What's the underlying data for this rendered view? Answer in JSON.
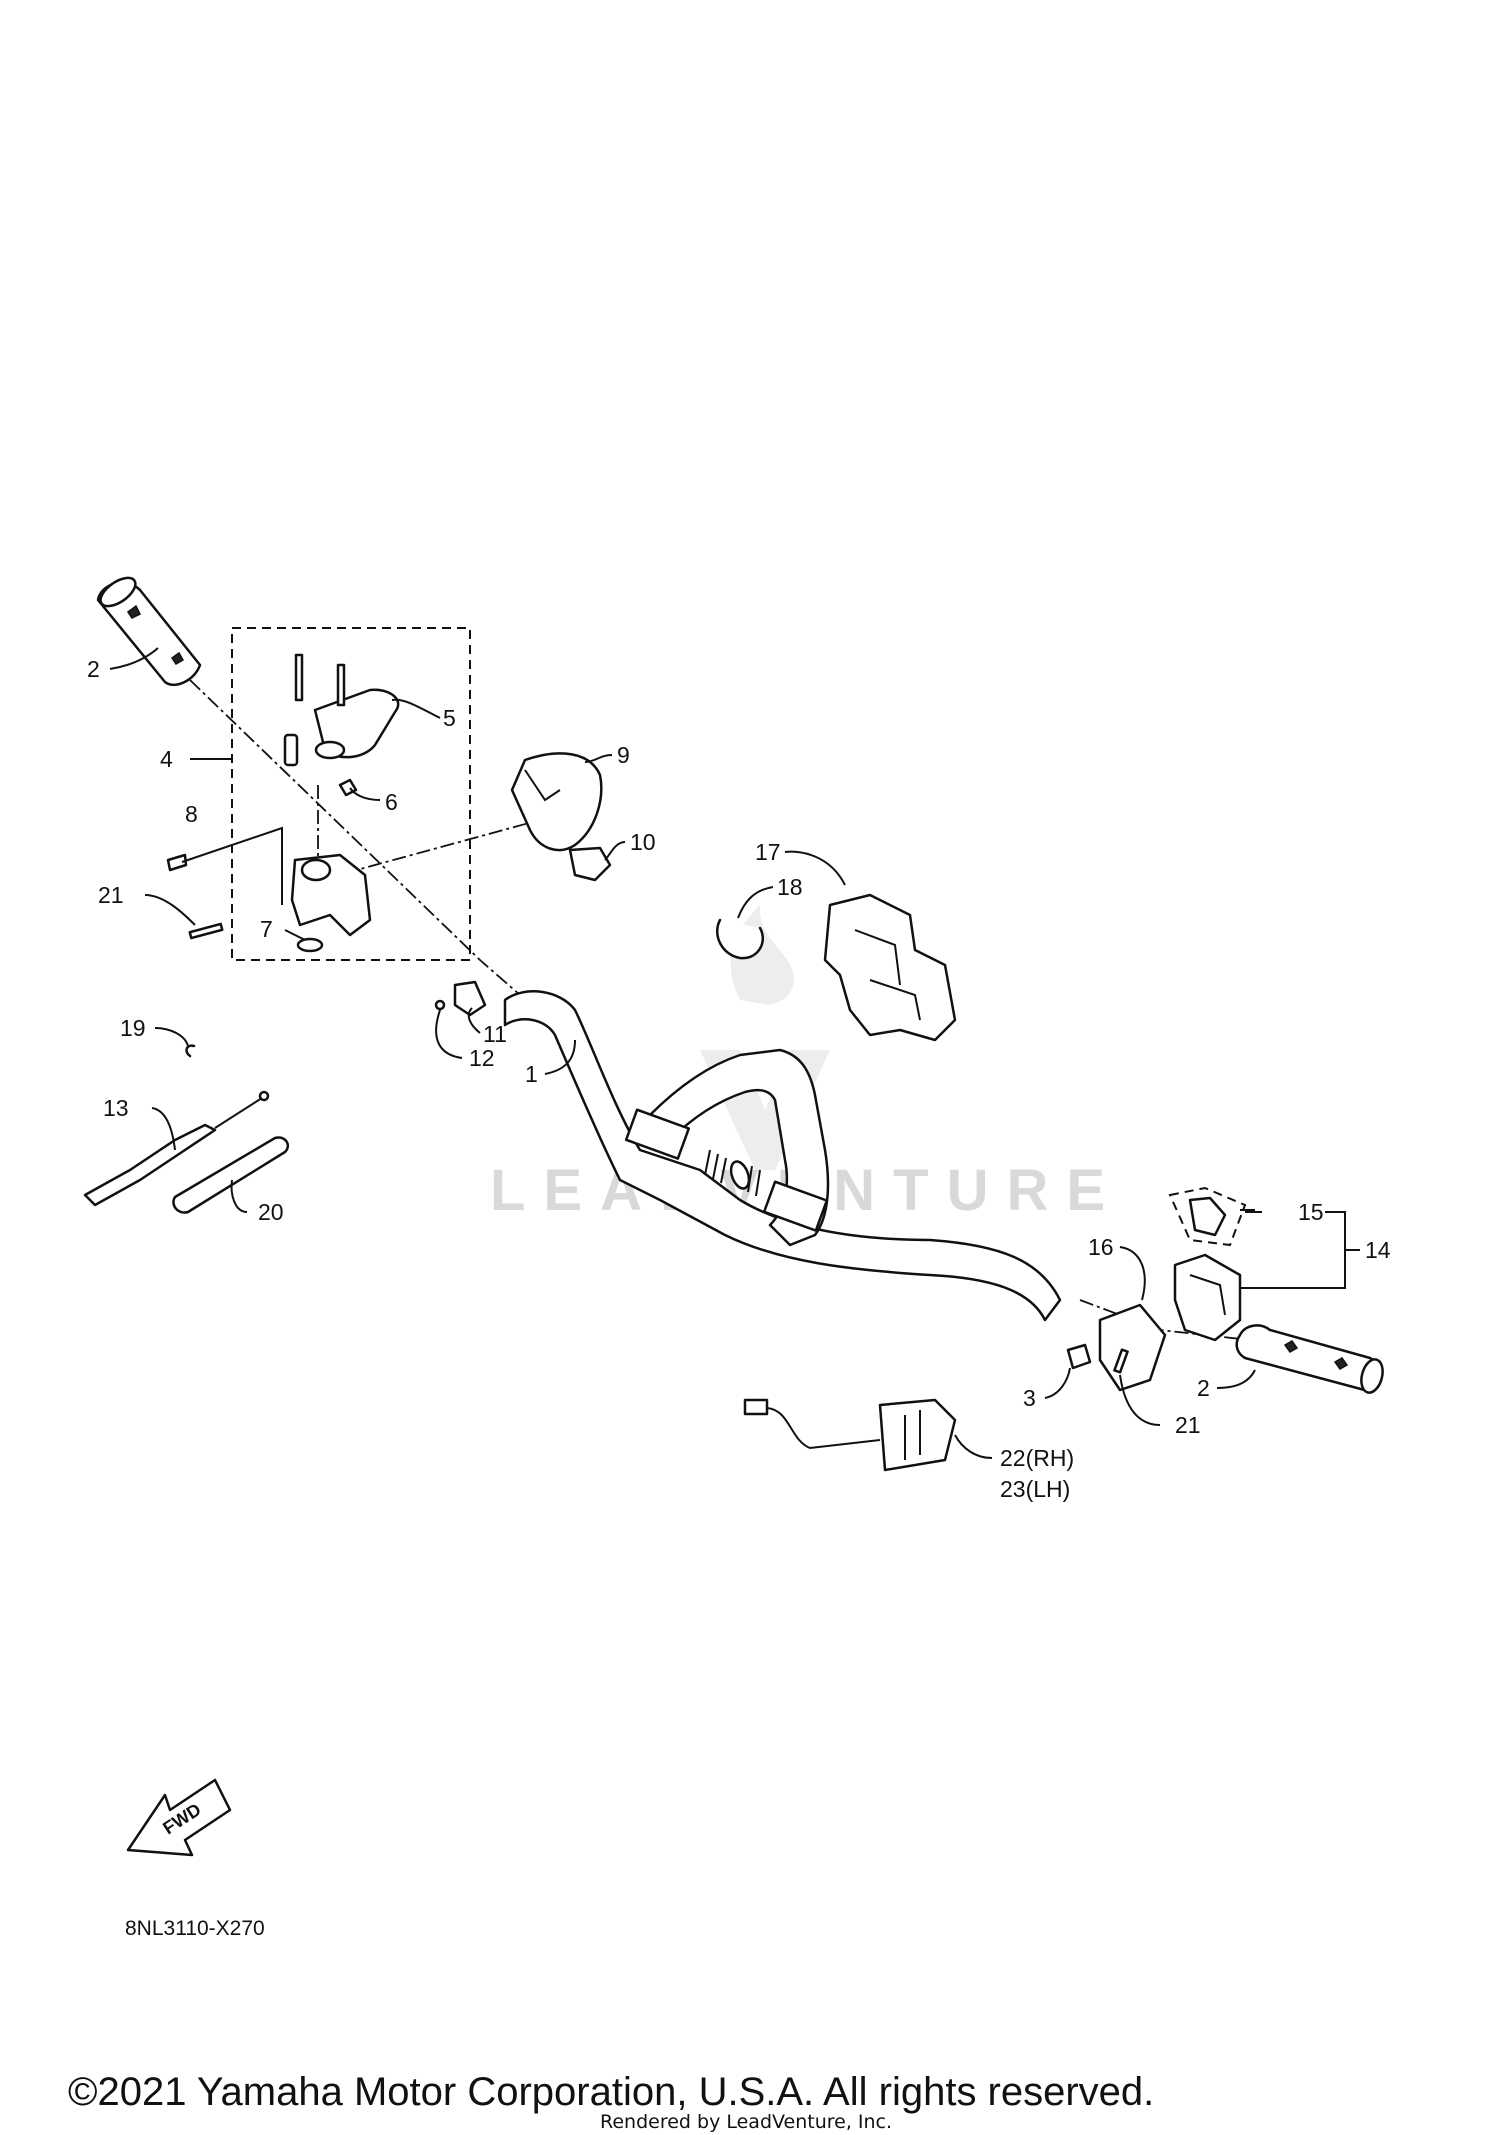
{
  "diagram": {
    "callouts": {
      "c2_top": "2",
      "c4": "4",
      "c5": "5",
      "c6": "6",
      "c8": "8",
      "c21_left": "21",
      "c7": "7",
      "c9": "9",
      "c10": "10",
      "c17": "17",
      "c18": "18",
      "c11": "11",
      "c12": "12",
      "c1": "1",
      "c19": "19",
      "c13": "13",
      "c20": "20",
      "c15": "15",
      "c14": "14",
      "c16": "16",
      "c3": "3",
      "c2_right": "2",
      "c21_right": "21",
      "c22": "22(RH)",
      "c23": "23(LH)"
    },
    "fwd_label": "FWD",
    "drawing_code": "8NL3110-X270",
    "watermark": "LEADVENTURE",
    "copyright": "©2021 Yamaha Motor Corporation, U.S.A. All rights reserved.",
    "rendered_by": "Rendered by LeadVenture, Inc."
  }
}
